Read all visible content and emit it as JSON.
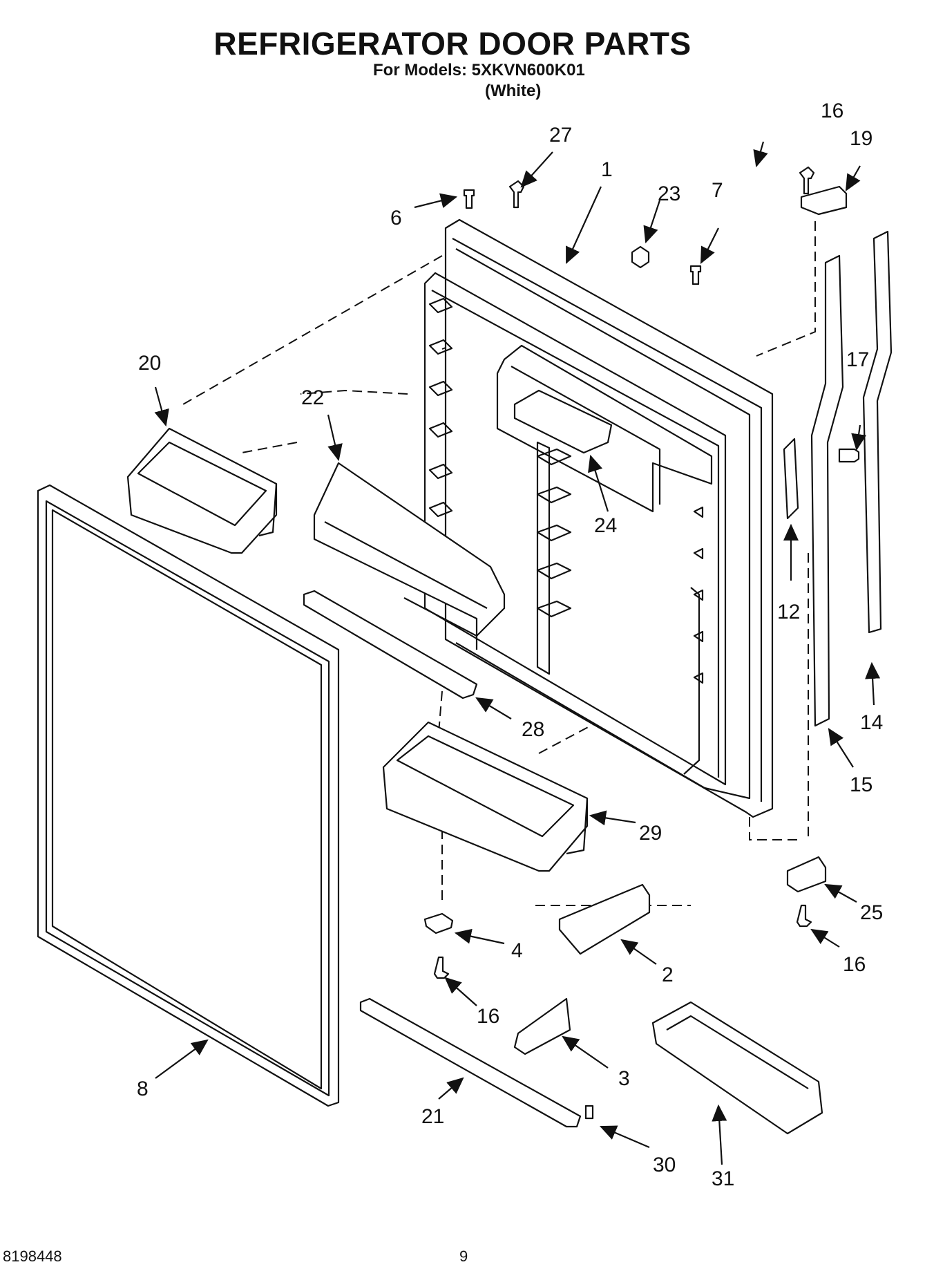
{
  "header": {
    "title": "REFRIGERATOR DOOR PARTS",
    "models": "For Models: 5XKVN600K01",
    "color": "(White)"
  },
  "callouts": [
    "1",
    "2",
    "3",
    "4",
    "6",
    "7",
    "8",
    "12",
    "14",
    "15",
    "16",
    "16",
    "16",
    "17",
    "19",
    "20",
    "21",
    "22",
    "23",
    "24",
    "25",
    "27",
    "28",
    "29",
    "30",
    "31"
  ],
  "footer": {
    "doc_number": "8198448",
    "page_number": "9"
  },
  "colors": {
    "ink": "#111111",
    "paper": "#ffffff"
  }
}
